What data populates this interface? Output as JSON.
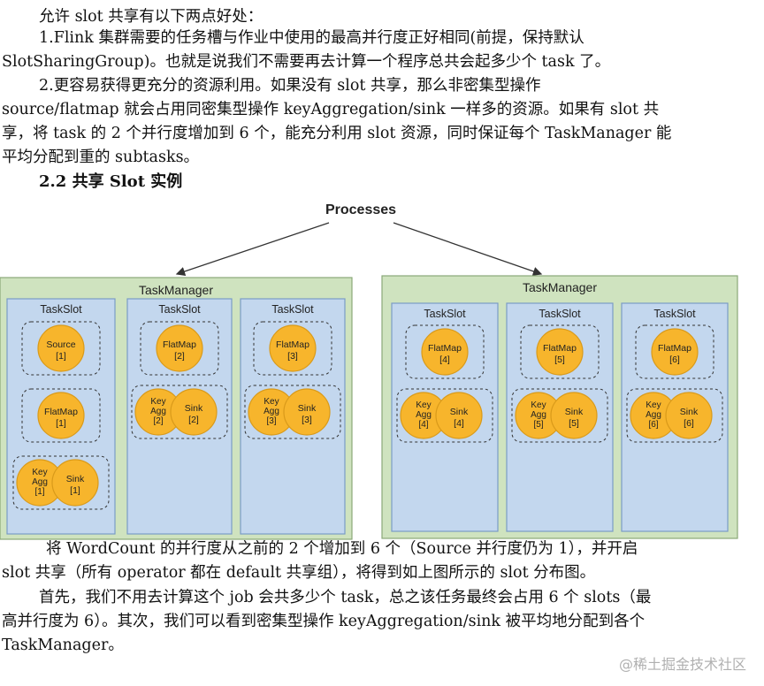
{
  "text": {
    "p1": "允许 slot 共享有以下两点好处：",
    "p2a": "1.Flink 集群需要的任务槽与作业中使用的最高并行度正好相同(前提，保持默认",
    "p2b": "SlotSharingGroup)。也就是说我们不需要再去计算一个程序总共会起多少个 task 了。",
    "p3a": "2.更容易获得更充分的资源利用。如果没有 slot 共享，那么非密集型操作",
    "p3b": "source/flatmap 就会占用同密集型操作  keyAggregation/sink  一样多的资源。如果有 slot 共",
    "p3c": "享，将 task 的 2 个并行度增加到 6 个，能充分利用 slot 资源，同时保证每个 TaskManager 能",
    "p3d": "平均分配到重的 subtasks。",
    "heading": "2.2 共享 Slot 实例",
    "p4a": "将  WordCount  的并行度从之前的 2 个增加到 6 个（Source 并行度仍为 1），并开启",
    "p4b": "slot 共享（所有 operator 都在 default 共享组），将得到如上图所示的 slot 分布图。",
    "p5a": "首先，我们不用去计算这个 job 会共多少个 task，总之该任务最终会占用 6 个 slots（最",
    "p5b": "高并行度为 6）。其次，我们可以看到密集型操作  keyAggregation/sink  被平均地分配到各个",
    "p5c": "TaskManager。"
  },
  "diagram": {
    "processes_label": "Processes",
    "taskmanagers": [
      {
        "label": "TaskManager",
        "slots": [
          {
            "label": "TaskSlot",
            "groups": [
              [
                {
                  "name": "Source",
                  "idx": "[1]"
                }
              ],
              [
                {
                  "name": "FlatMap",
                  "idx": "[1]"
                }
              ],
              [
                {
                  "name": "Key Agg",
                  "idx": "[1]"
                },
                {
                  "name": "Sink",
                  "idx": "[1]"
                }
              ]
            ]
          },
          {
            "label": "TaskSlot",
            "groups": [
              [
                {
                  "name": "FlatMap",
                  "idx": "[2]"
                }
              ],
              [
                {
                  "name": "Key Agg",
                  "idx": "[2]"
                },
                {
                  "name": "Sink",
                  "idx": "[2]"
                }
              ]
            ]
          },
          {
            "label": "TaskSlot",
            "groups": [
              [
                {
                  "name": "FlatMap",
                  "idx": "[3]"
                }
              ],
              [
                {
                  "name": "Key Agg",
                  "idx": "[3]"
                },
                {
                  "name": "Sink",
                  "idx": "[3]"
                }
              ]
            ]
          }
        ]
      },
      {
        "label": "TaskManager",
        "slots": [
          {
            "label": "TaskSlot",
            "groups": [
              [
                {
                  "name": "FlatMap",
                  "idx": "[4]"
                }
              ],
              [
                {
                  "name": "Key Agg",
                  "idx": "[4]"
                },
                {
                  "name": "Sink",
                  "idx": "[4]"
                }
              ]
            ]
          },
          {
            "label": "TaskSlot",
            "groups": [
              [
                {
                  "name": "FlatMap",
                  "idx": "[5]"
                }
              ],
              [
                {
                  "name": "Key Agg",
                  "idx": "[5]"
                },
                {
                  "name": "Sink",
                  "idx": "[5]"
                }
              ]
            ]
          },
          {
            "label": "TaskSlot",
            "groups": [
              [
                {
                  "name": "FlatMap",
                  "idx": "[6]"
                }
              ],
              [
                {
                  "name": "Key Agg",
                  "idx": "[6]"
                },
                {
                  "name": "Sink",
                  "idx": "[6]"
                }
              ]
            ]
          }
        ]
      }
    ],
    "colors": {
      "taskmanager_fill": "#cfe3bf",
      "taskmanager_stroke": "#8aa878",
      "slot_fill": "#c3d7ee",
      "slot_stroke": "#7a9cc6",
      "task_fill": "#f7b52c",
      "task_stroke": "#d99a1a"
    }
  },
  "watermark": "@稀土掘金技术社区"
}
